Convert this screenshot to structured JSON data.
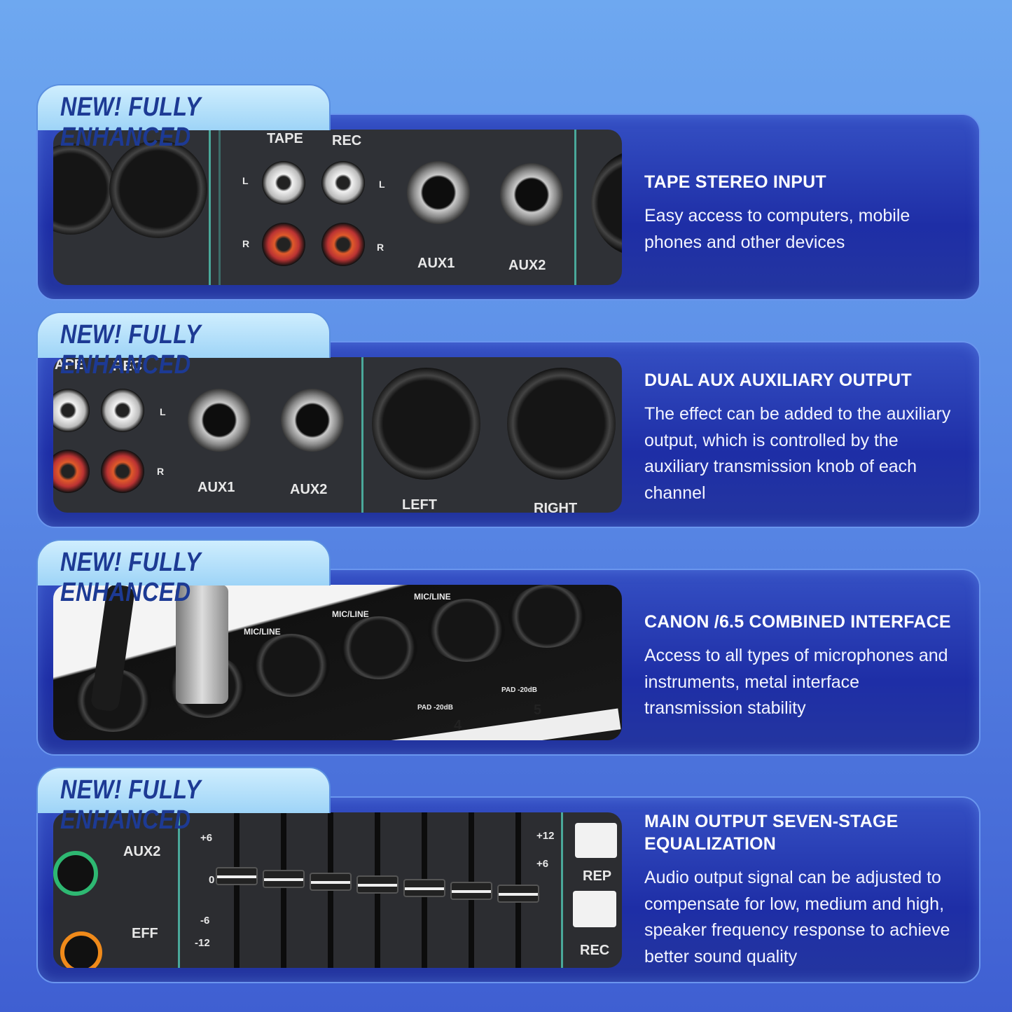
{
  "sections": [
    {
      "badge": "NEW! FULLY ENHANCED",
      "title": "TAPE STEREO INPUT",
      "body": "Easy access to computers, mobile phones and other devices",
      "photo_labels": [
        "TAPE",
        "REC",
        "AUX1",
        "AUX2",
        "L",
        "R",
        "L",
        "R"
      ]
    },
    {
      "badge": "NEW! FULLY ENHANCED",
      "title": "DUAL AUX AUXILIARY OUTPUT",
      "body": "The effect can be added to the auxiliary output, which is controlled by the auxiliary transmission knob of each channel",
      "photo_labels": [
        "APE",
        "REC",
        "AUX1",
        "AUX2",
        "LEFT",
        "RIGHT",
        "L",
        "R"
      ]
    },
    {
      "badge": "NEW! FULLY ENHANCED",
      "title": "CANON /6.5 COMBINED INTERFACE",
      "body": "Access to all types of microphones and instruments, metal interface transmission stability",
      "photo_labels": [
        "MIC/LINE",
        "MIC/LINE",
        "MIC/LINE",
        "PAD -20dB",
        "PAD -20dB",
        "4",
        "5"
      ]
    },
    {
      "badge": "NEW! FULLY ENHANCED",
      "title": "MAIN OUTPUT SEVEN-STAGE EQUALIZATION",
      "body": "Audio output signal can be adjusted to compensate for low, medium and high, speaker frequency response to achieve better sound quality",
      "photo_labels": [
        "AUX2",
        "EFF",
        "+6",
        "0",
        "-6",
        "-12",
        "+12",
        "+6",
        "REP",
        "REC"
      ]
    }
  ]
}
